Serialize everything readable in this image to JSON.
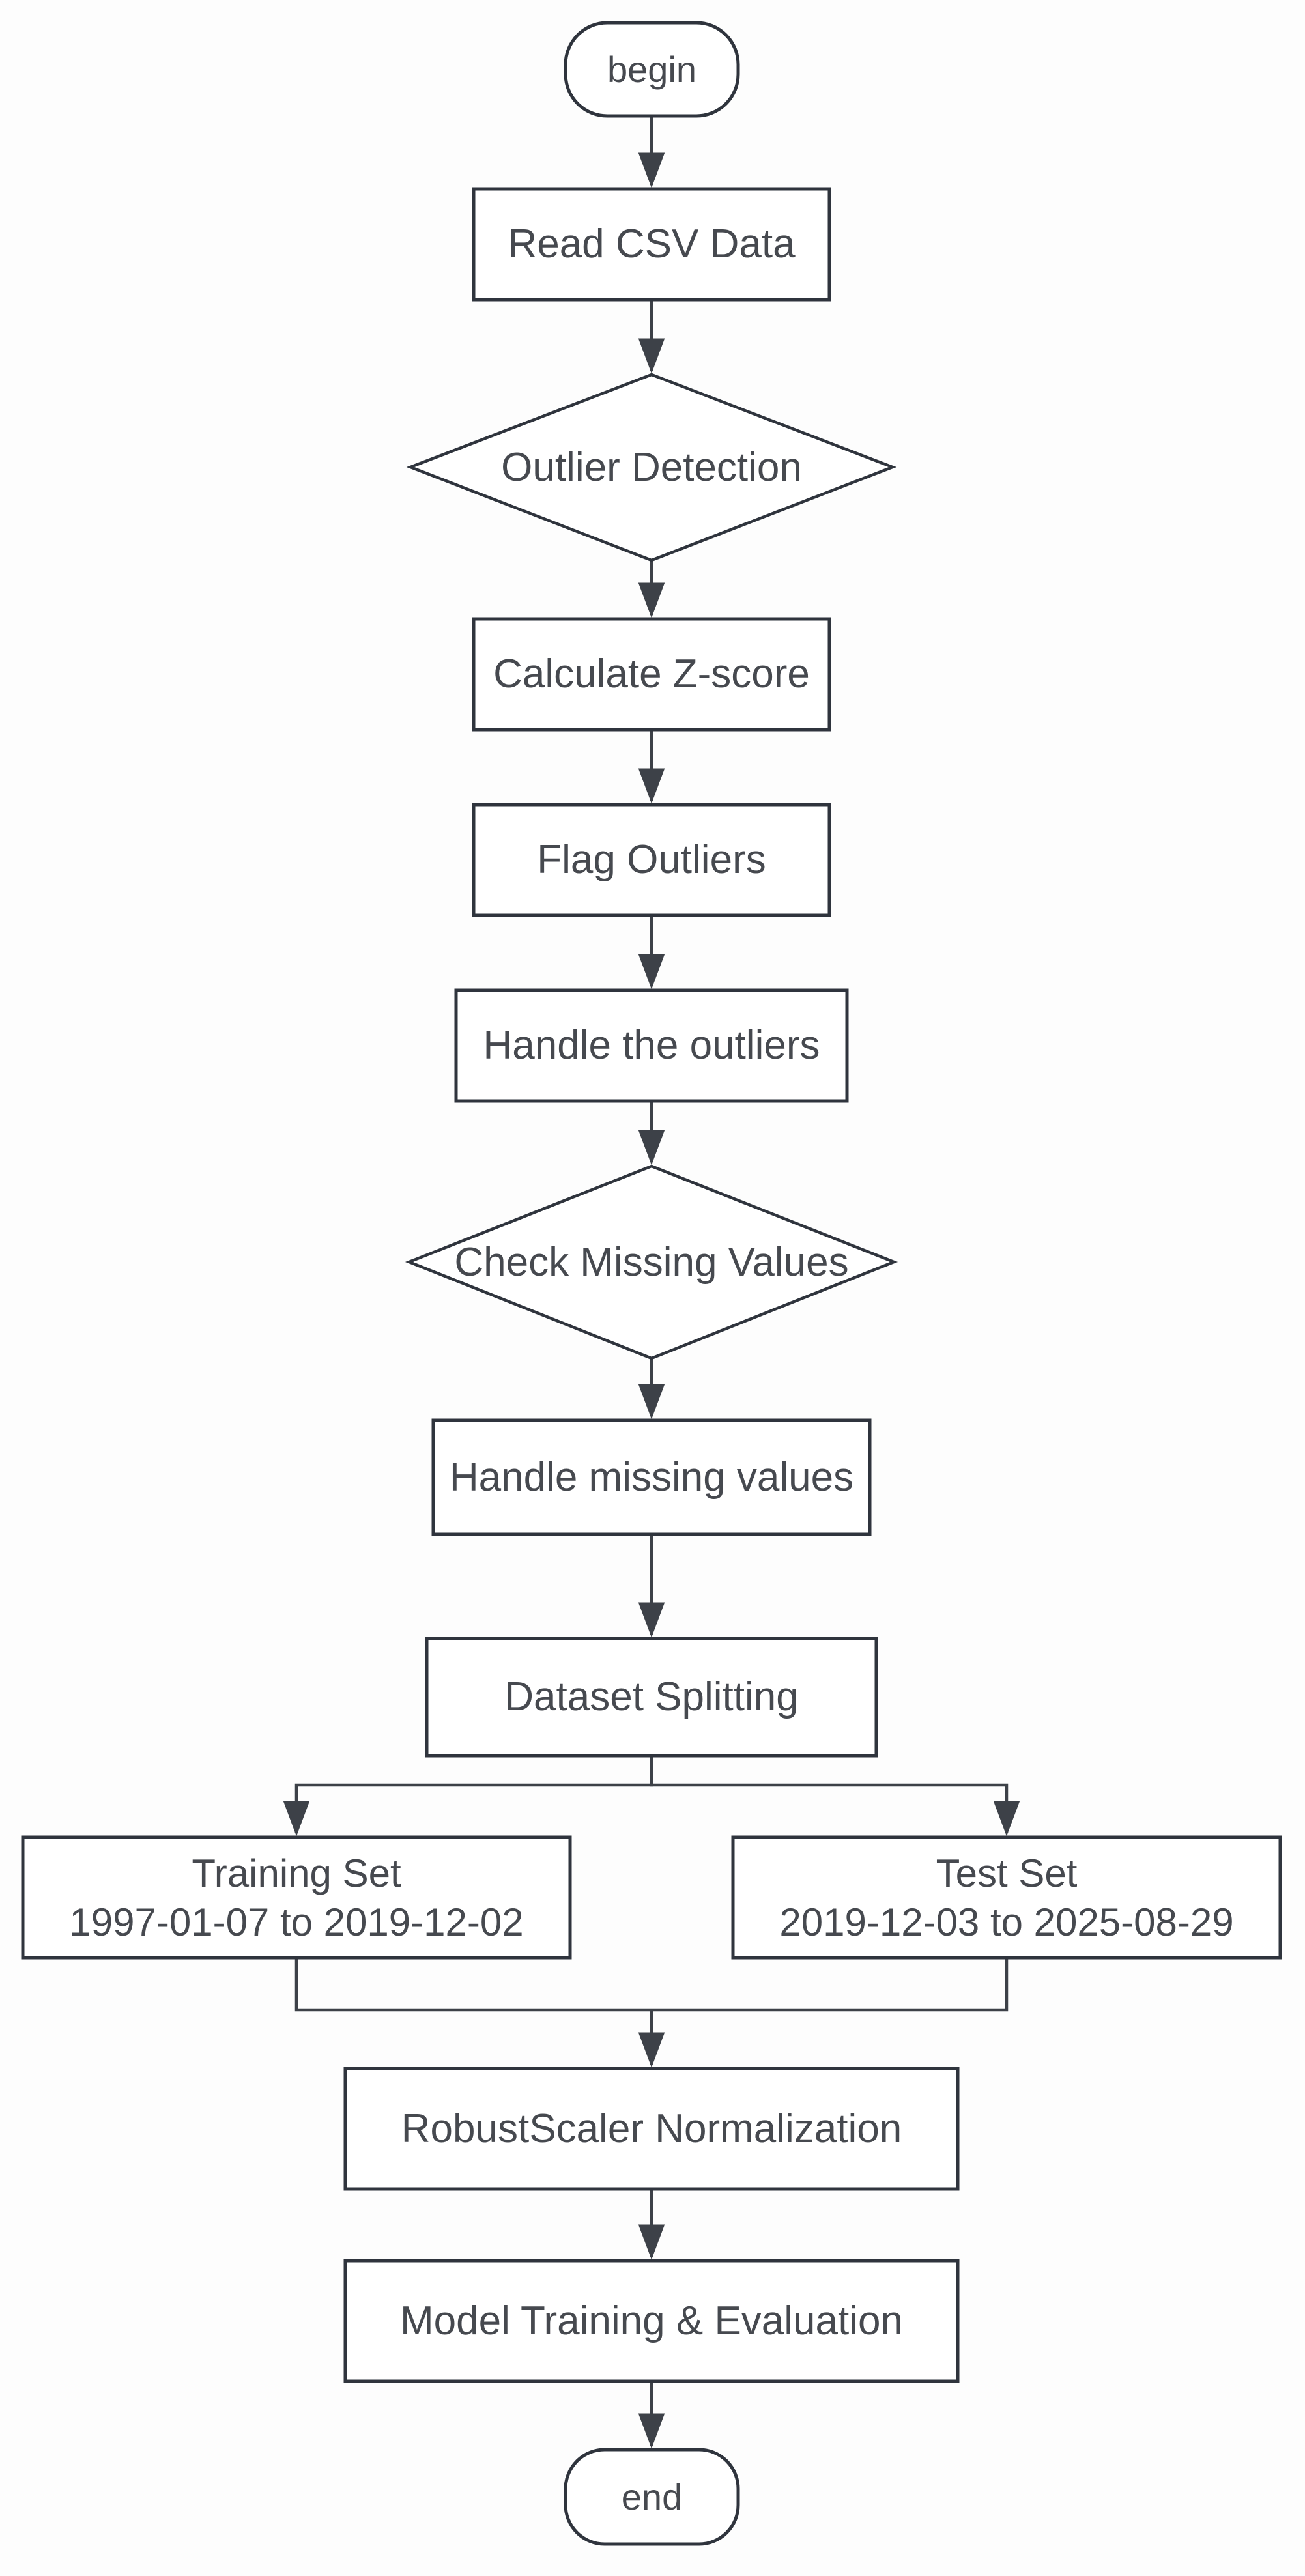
{
  "diagram": {
    "type": "flowchart",
    "colors": {
      "background": "#fdfdfd",
      "shape_stroke": "#2f343d",
      "edge_stroke": "#3d4148",
      "text": "#46494f"
    },
    "nodes": [
      {
        "id": "begin",
        "shape": "stadium",
        "label": "begin"
      },
      {
        "id": "read-csv",
        "shape": "process",
        "label": "Read CSV Data"
      },
      {
        "id": "outlier-detection",
        "shape": "decision",
        "label": "Outlier Detection"
      },
      {
        "id": "calculate-zscore",
        "shape": "process",
        "label": "Calculate Z-score"
      },
      {
        "id": "flag-outliers",
        "shape": "process",
        "label": "Flag Outliers"
      },
      {
        "id": "handle-outliers",
        "shape": "process",
        "label": "Handle the outliers"
      },
      {
        "id": "check-missing-values",
        "shape": "decision",
        "label": "Check Missing Values"
      },
      {
        "id": "handle-missing-values",
        "shape": "process",
        "label": "Handle missing values"
      },
      {
        "id": "dataset-splitting",
        "shape": "process",
        "label": "Dataset Splitting"
      },
      {
        "id": "training-set",
        "shape": "process",
        "label": "Training Set",
        "sublabel": "1997-01-07 to 2019-12-02"
      },
      {
        "id": "test-set",
        "shape": "process",
        "label": "Test Set",
        "sublabel": "2019-12-03 to 2025-08-29"
      },
      {
        "id": "robustscaler-normalization",
        "shape": "process",
        "label": "RobustScaler Normalization"
      },
      {
        "id": "model-training-evaluation",
        "shape": "process",
        "label": "Model Training & Evaluation"
      },
      {
        "id": "end",
        "shape": "stadium",
        "label": "end"
      }
    ],
    "edges": [
      {
        "from": "begin",
        "to": "read-csv"
      },
      {
        "from": "read-csv",
        "to": "outlier-detection"
      },
      {
        "from": "outlier-detection",
        "to": "calculate-zscore"
      },
      {
        "from": "calculate-zscore",
        "to": "flag-outliers"
      },
      {
        "from": "flag-outliers",
        "to": "handle-outliers"
      },
      {
        "from": "handle-outliers",
        "to": "check-missing-values"
      },
      {
        "from": "check-missing-values",
        "to": "handle-missing-values"
      },
      {
        "from": "handle-missing-values",
        "to": "dataset-splitting"
      },
      {
        "from": "dataset-splitting",
        "to": "training-set"
      },
      {
        "from": "dataset-splitting",
        "to": "test-set"
      },
      {
        "from": "training-set",
        "to": "robustscaler-normalization"
      },
      {
        "from": "test-set",
        "to": "robustscaler-normalization"
      },
      {
        "from": "robustscaler-normalization",
        "to": "model-training-evaluation"
      },
      {
        "from": "model-training-evaluation",
        "to": "end"
      }
    ]
  }
}
